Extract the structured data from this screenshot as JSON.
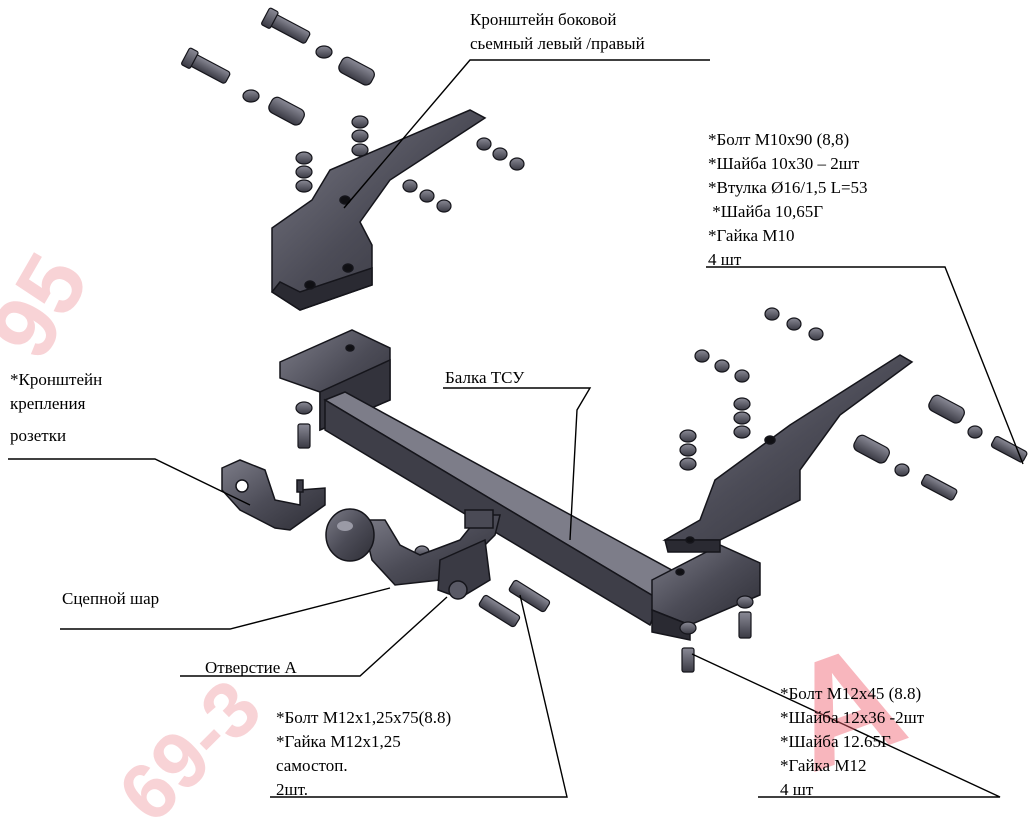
{
  "labels": {
    "side_bracket": [
      "Кронштейн боковой",
      "сьемный левый /правый"
    ],
    "bolt_m10_set": [
      "*Болт М10х90 (8,8)",
      "*Шайба 10х30 – 2шт",
      "*Втулка Ø16/1,5  L=53",
      " *Шайба 10,65Г",
      "*Гайка М10",
      "4 шт"
    ],
    "socket_bracket": [
      "*Кронштейн",
      "крепления",
      "розетки"
    ],
    "beam": "Балка ТСУ",
    "tow_ball": "Сцепной шар",
    "hole_a": "Отверстие А",
    "bolt_m12x125_set": [
      "*Болт М12х1,25х75(8.8)",
      "*Гайка М12х1,25",
      "самостоп.",
      "2шт."
    ],
    "bolt_m12x45_set": [
      "*Болт М12х45 (8.8)",
      "*Шайба 12х36 -2шт",
      "*Шайба 12.65Г",
      "*Гайка М12",
      "4 шт"
    ]
  },
  "watermarks": [
    "95",
    "69-3",
    "A"
  ],
  "colors": {
    "part_fill": "#4f4f5a",
    "part_edge": "#1a1a20",
    "highlight": "#8a8a96",
    "watermark": "#f0a0a8"
  }
}
